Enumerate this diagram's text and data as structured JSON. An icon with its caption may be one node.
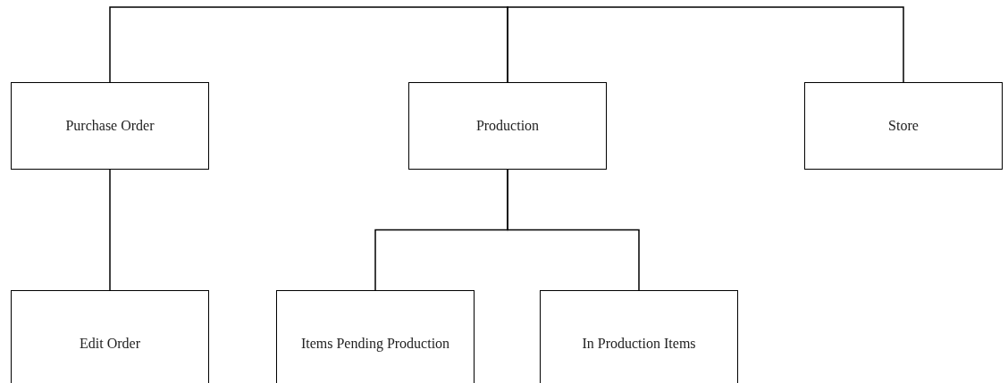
{
  "diagram": {
    "nodes": [
      {
        "text": [
          "Purchase Order"
        ]
      },
      {
        "text": [
          "Production"
        ]
      },
      {
        "text": [
          "Store"
        ]
      },
      {
        "text": [
          "Edit Order"
        ]
      },
      {
        "text": [
          "Items Pending Production"
        ]
      },
      {
        "text": [
          "In Production Items"
        ]
      }
    ],
    "edges": [
      {
        "from": 1,
        "to": 0,
        "arrow": "none"
      },
      {
        "from": 1,
        "to": 2,
        "arrow": "none"
      },
      {
        "from": 0,
        "to": 3,
        "arrow": "none"
      },
      {
        "from": 1,
        "to": 4,
        "arrow": "none"
      },
      {
        "from": 1,
        "to": 5,
        "arrow": "none"
      }
    ]
  }
}
